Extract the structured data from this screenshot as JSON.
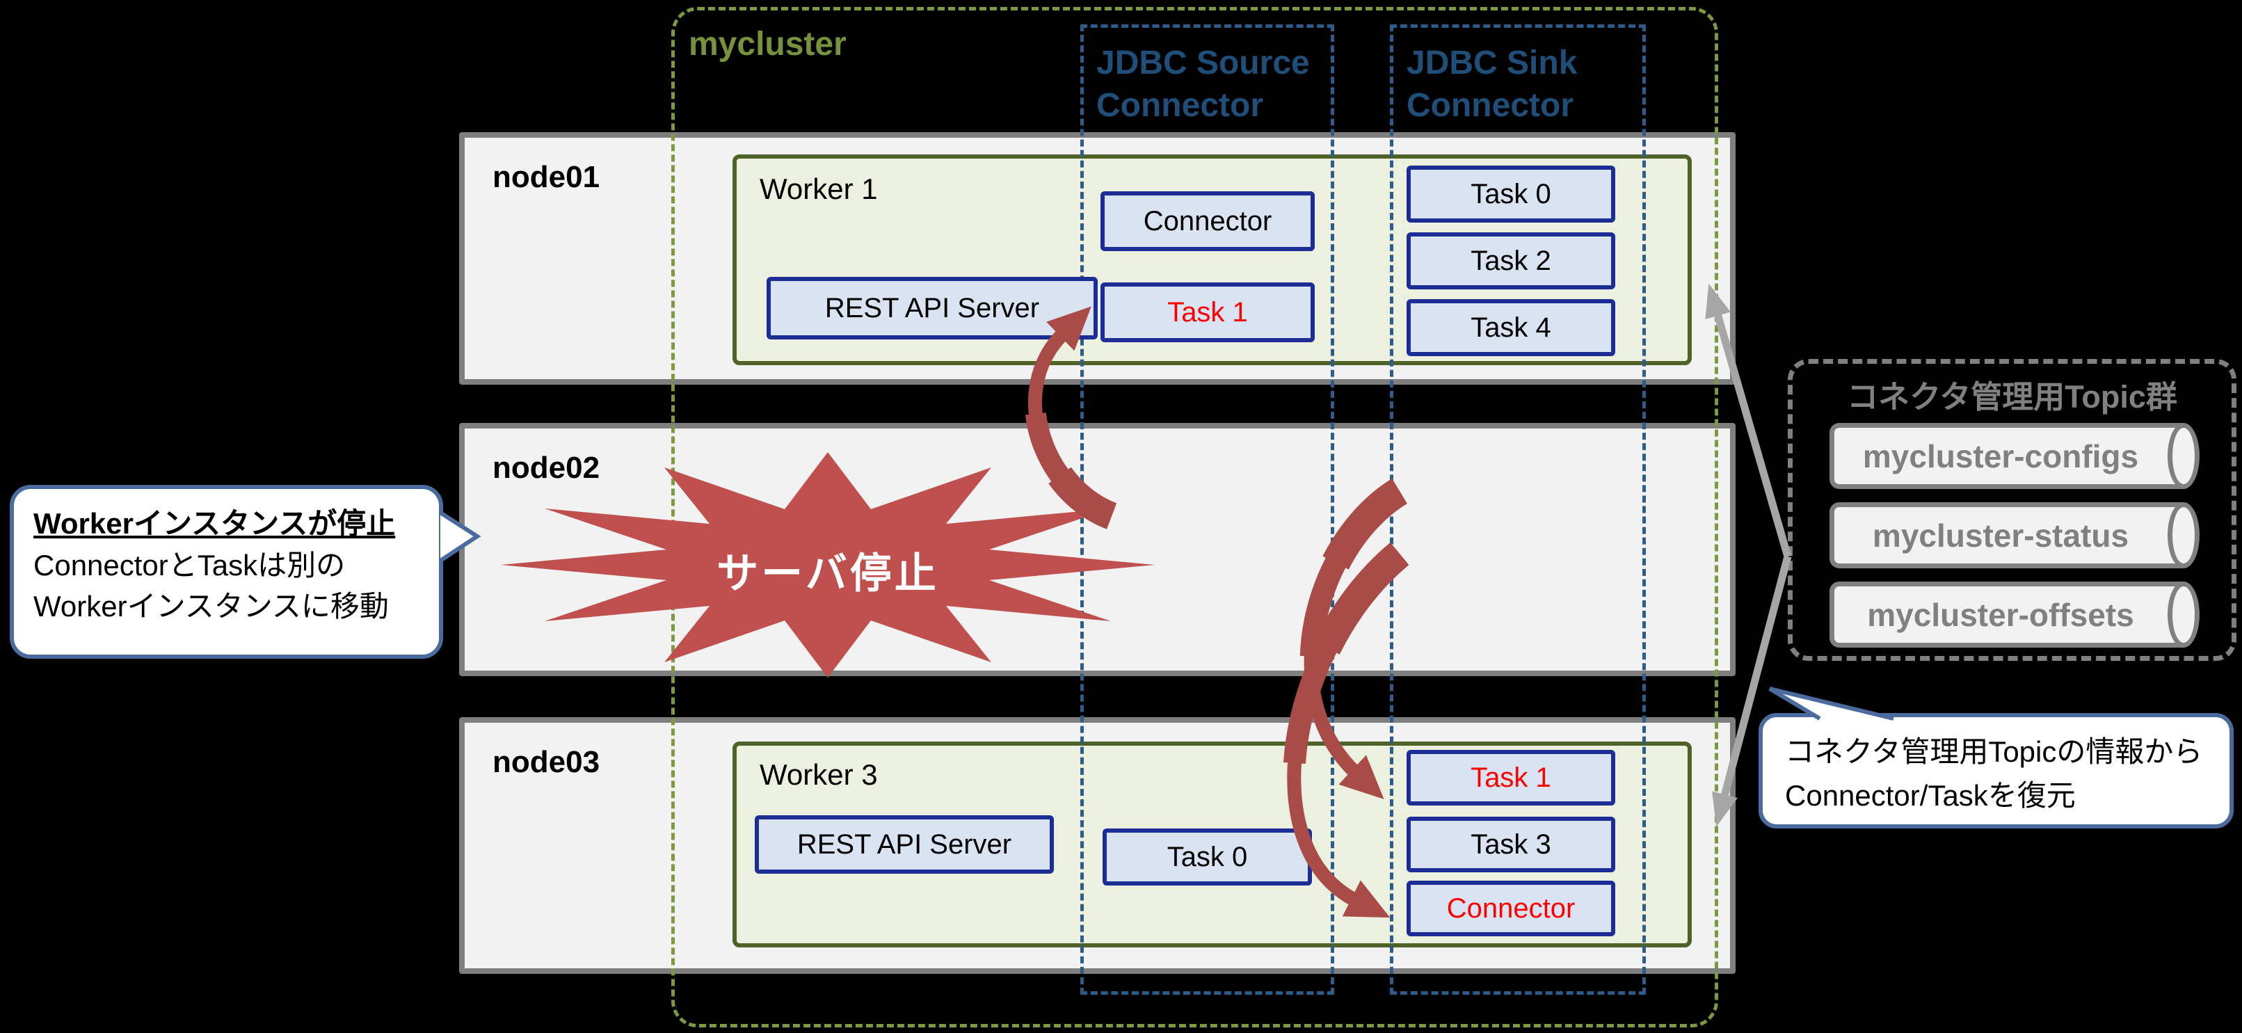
{
  "colors": {
    "bg": "#000000",
    "node-fill": "#f2f2f2",
    "node-border": "#7f7f7f",
    "worker-fill": "#ebf1de",
    "worker-border": "#4f6228",
    "box-fill": "#dae3f1",
    "box-border": "#1c2d96",
    "red-text": "#ff0000",
    "cluster-green": "#76933c",
    "jdbc-blue": "#1f4e79",
    "burst-red": "#c0504d",
    "arrow-red": "#a94c48",
    "gray": "#808080",
    "gray-arrow": "#a6a6a6",
    "callout-border": "#4a6b9d",
    "callout-bg": "#ffffff",
    "burst-text": "#ffffff",
    "topic-fill": "#f2f2f2"
  },
  "cluster": {
    "label": "mycluster"
  },
  "source_column": {
    "title": "JDBC Source\nConnector"
  },
  "sink_column": {
    "title": "JDBC Sink\nConnector"
  },
  "node01": {
    "label": "node01",
    "worker_label": "Worker 1",
    "rest_api_label": "REST API Server",
    "connector_label": "Connector",
    "moved_task_label": "Task 1",
    "sink_tasks": [
      "Task 0",
      "Task 2",
      "Task 4"
    ]
  },
  "node02": {
    "label": "node02",
    "starburst_label": "サーバ停止"
  },
  "node03": {
    "label": "node03",
    "worker_label": "Worker 3",
    "rest_api_label": "REST API Server",
    "source_task_label": "Task 0",
    "moved_sink_task_label": "Task 1",
    "sink_task_label": "Task 3",
    "moved_connector_label": "Connector"
  },
  "left_callout": {
    "title": "Workerインスタンスが停止",
    "line1": "ConnectorとTaskは別の",
    "line2": "Workerインスタンスに移動"
  },
  "topics": {
    "title": "コネクタ管理用Topic群",
    "items": [
      "mycluster-configs",
      "mycluster-status",
      "mycluster-offsets"
    ]
  },
  "right_callout": {
    "line1": "コネクタ管理用Topicの情報から",
    "line2": "Connector/Taskを復元"
  }
}
